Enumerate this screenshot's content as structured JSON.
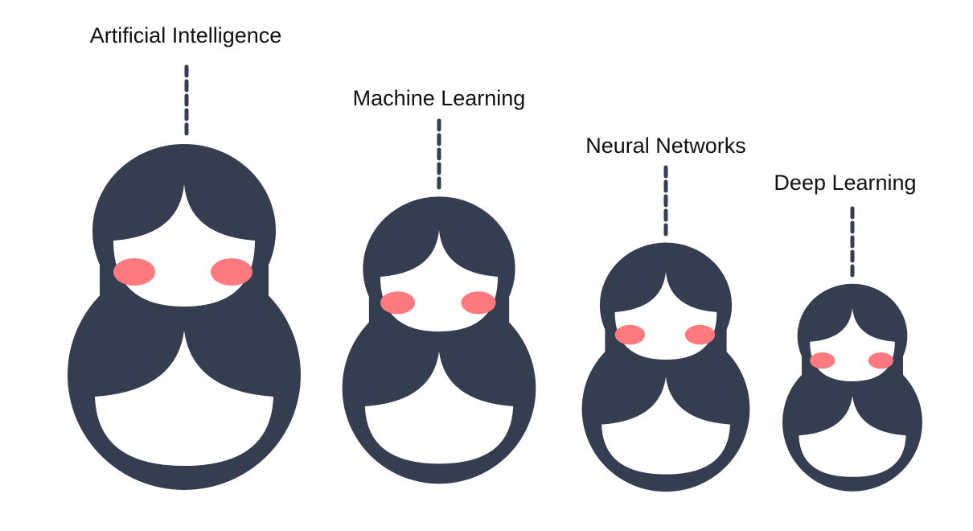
{
  "colors": {
    "doll": "#343e50",
    "face": "#ffffff",
    "cheek": "#ff7a7f",
    "background": "#ffffff"
  },
  "dolls": [
    {
      "label": "Artificial Intelligence"
    },
    {
      "label": "Machine Learning"
    },
    {
      "label": "Neural Networks"
    },
    {
      "label": "Deep Learning"
    }
  ]
}
